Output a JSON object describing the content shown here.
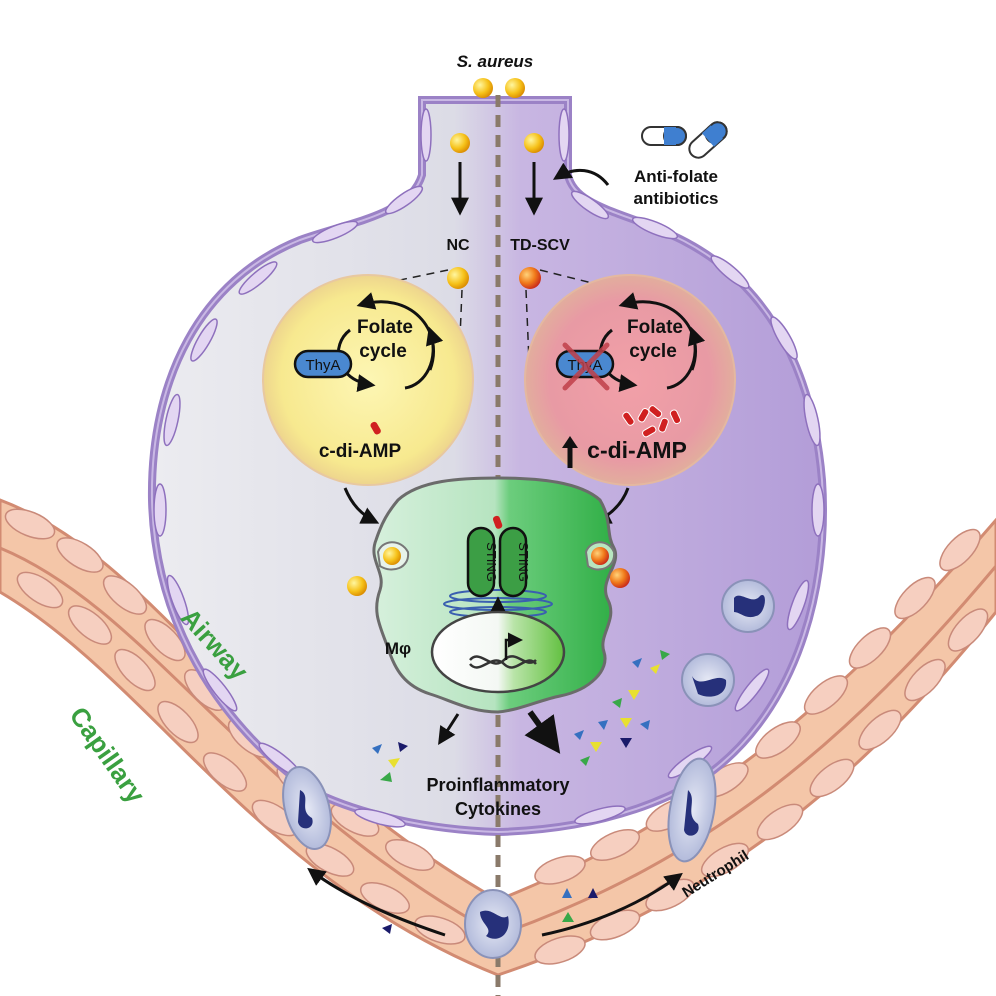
{
  "labels": {
    "organism": "S. aureus",
    "antibiotic_line1": "Anti-folate",
    "antibiotic_line2": "antibiotics",
    "nc": "NC",
    "td_scv": "TD-SCV",
    "folate_line1": "Folate",
    "folate_line2": "cycle",
    "thya": "ThyA",
    "cdiamp": "c-di-AMP",
    "sting": "STING",
    "macrophage": "Mφ",
    "airway": "Airway",
    "capillary": "Capillary",
    "cytokines_line1": "Proinflammatory",
    "cytokines_line2": "Cytokines",
    "neutrophil": "Neutrophil"
  },
  "colors": {
    "alveolus_left": "#e4e4ea",
    "alveolus_right": "#b8a3d9",
    "cell_border": "#9b82c6",
    "capillary": "#f3c5a8",
    "capillary_border": "#d08a75",
    "macrophage_left": "#c9ebd2",
    "macrophage_right": "#3fba54",
    "sting": "#3c9e45",
    "thya": "#4a88d0",
    "bacteria": "#f4b400",
    "td_scv_bacteria": "#e8451f",
    "neutrophil": "#b8c0e0",
    "label_green": "#3aa040"
  }
}
